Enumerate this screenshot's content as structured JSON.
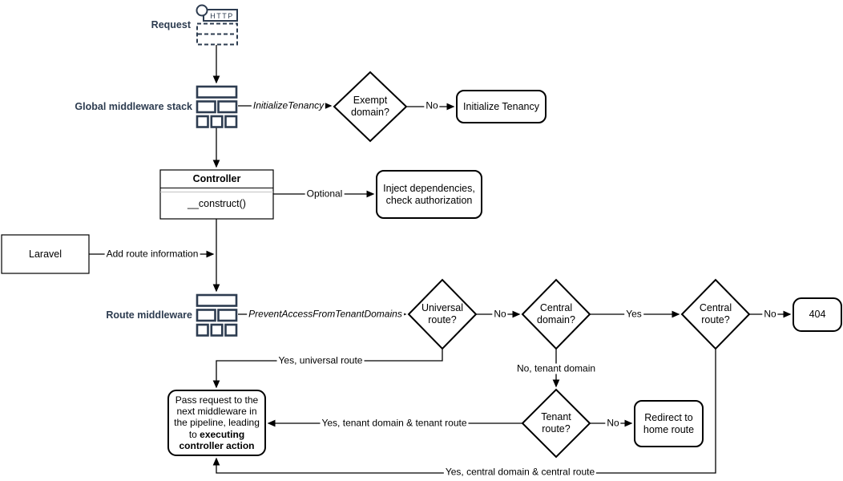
{
  "colors": {
    "background": "#ffffff",
    "shape_stroke": "#000000",
    "icon_accent": "#2d3c50",
    "label_navy": "#2d3c50"
  },
  "nodes": {
    "request": {
      "label": "Request",
      "icon_text": "HTTP"
    },
    "global_middleware": {
      "label": "Global middleware stack"
    },
    "exempt_domain": {
      "label": "Exempt domain?"
    },
    "initialize_tenancy": {
      "label": "Initialize Tenancy"
    },
    "controller": {
      "title": "Controller",
      "method": "__construct()"
    },
    "inject_dependencies": {
      "label": "Inject dependencies, check authorization"
    },
    "laravel": {
      "label": "Laravel"
    },
    "route_middleware": {
      "label": "Route middleware"
    },
    "universal_route": {
      "label": "Universal route?"
    },
    "central_domain": {
      "label": "Central domain?"
    },
    "central_route": {
      "label": "Central route?"
    },
    "not_found": {
      "label": "404"
    },
    "tenant_route": {
      "label": "Tenant route?"
    },
    "redirect_home": {
      "label": "Redirect to home route"
    },
    "pass_request": {
      "text_normal": "Pass request to the next middleware in the pipeline, leading to ",
      "text_bold": "executing controller action"
    }
  },
  "edge_labels": {
    "initialize_tenancy_mw": "InitializeTenancy",
    "no_exempt": "No",
    "optional": "Optional",
    "add_route_info": "Add route information",
    "prevent_access_mw": "PreventAccessFromTenantDomains",
    "no_universal": "No",
    "yes_central_domain": "Yes",
    "no_central_route": "No",
    "yes_universal_route": "Yes, universal route",
    "no_tenant_domain": "No, tenant domain",
    "no_tenant_route": "No",
    "yes_tenant_route": "Yes, tenant domain & tenant route",
    "yes_central_route": "Yes, central domain & central route"
  }
}
